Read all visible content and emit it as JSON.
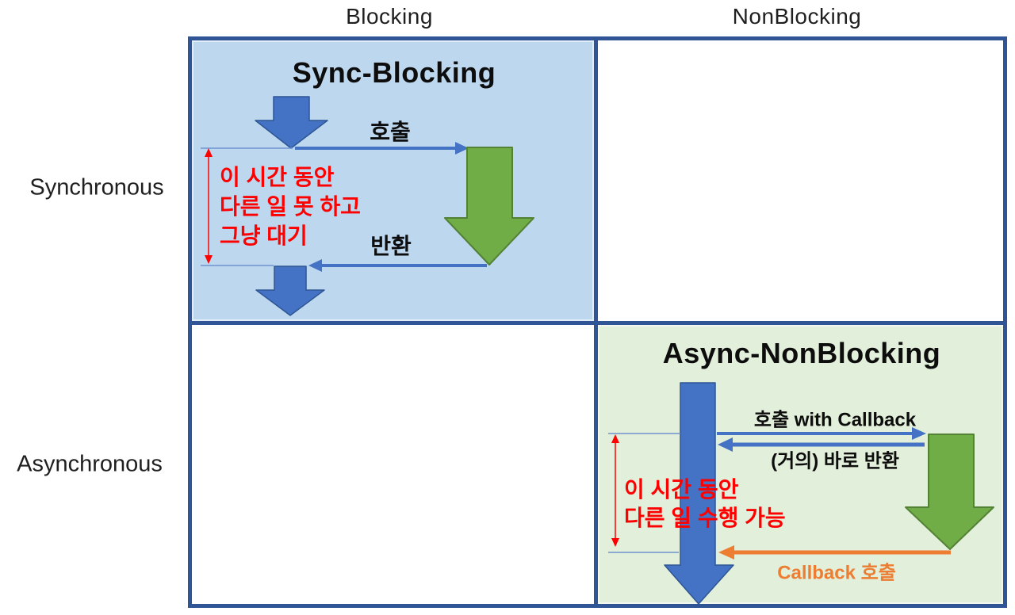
{
  "colors": {
    "grid_border": "#2F5597",
    "cell_blue": "#BDD7EE",
    "cell_green": "#E2EFDA",
    "arrow_blue": "#4472C4",
    "arrow_blue_dark": "#2E5693",
    "arrow_green": "#70AD47",
    "arrow_green_dark": "#538135",
    "arrow_orange": "#ED7D31",
    "note_red": "#FF0000",
    "guide_blue": "#6F94CE",
    "text_dark": "#1F1F1F"
  },
  "column_headers": {
    "blocking": "Blocking",
    "nonblocking": "NonBlocking"
  },
  "row_headers": {
    "synchronous": "Synchronous",
    "asynchronous": "Asynchronous"
  },
  "cells": {
    "sync_blocking": {
      "title": "Sync-Blocking",
      "call_label": "호출",
      "return_label": "반환",
      "note_lines": [
        "이 시간 동안",
        "다른 일 못 하고",
        "그냥 대기"
      ]
    },
    "async_nonblocking": {
      "title": "Async-NonBlocking",
      "call_label": "호출 with Callback",
      "return_label": "(거의) 바로 반환",
      "callback_label": "Callback 호출",
      "note_lines": [
        "이 시간 동안",
        "다른 일 수행 가능"
      ]
    }
  }
}
